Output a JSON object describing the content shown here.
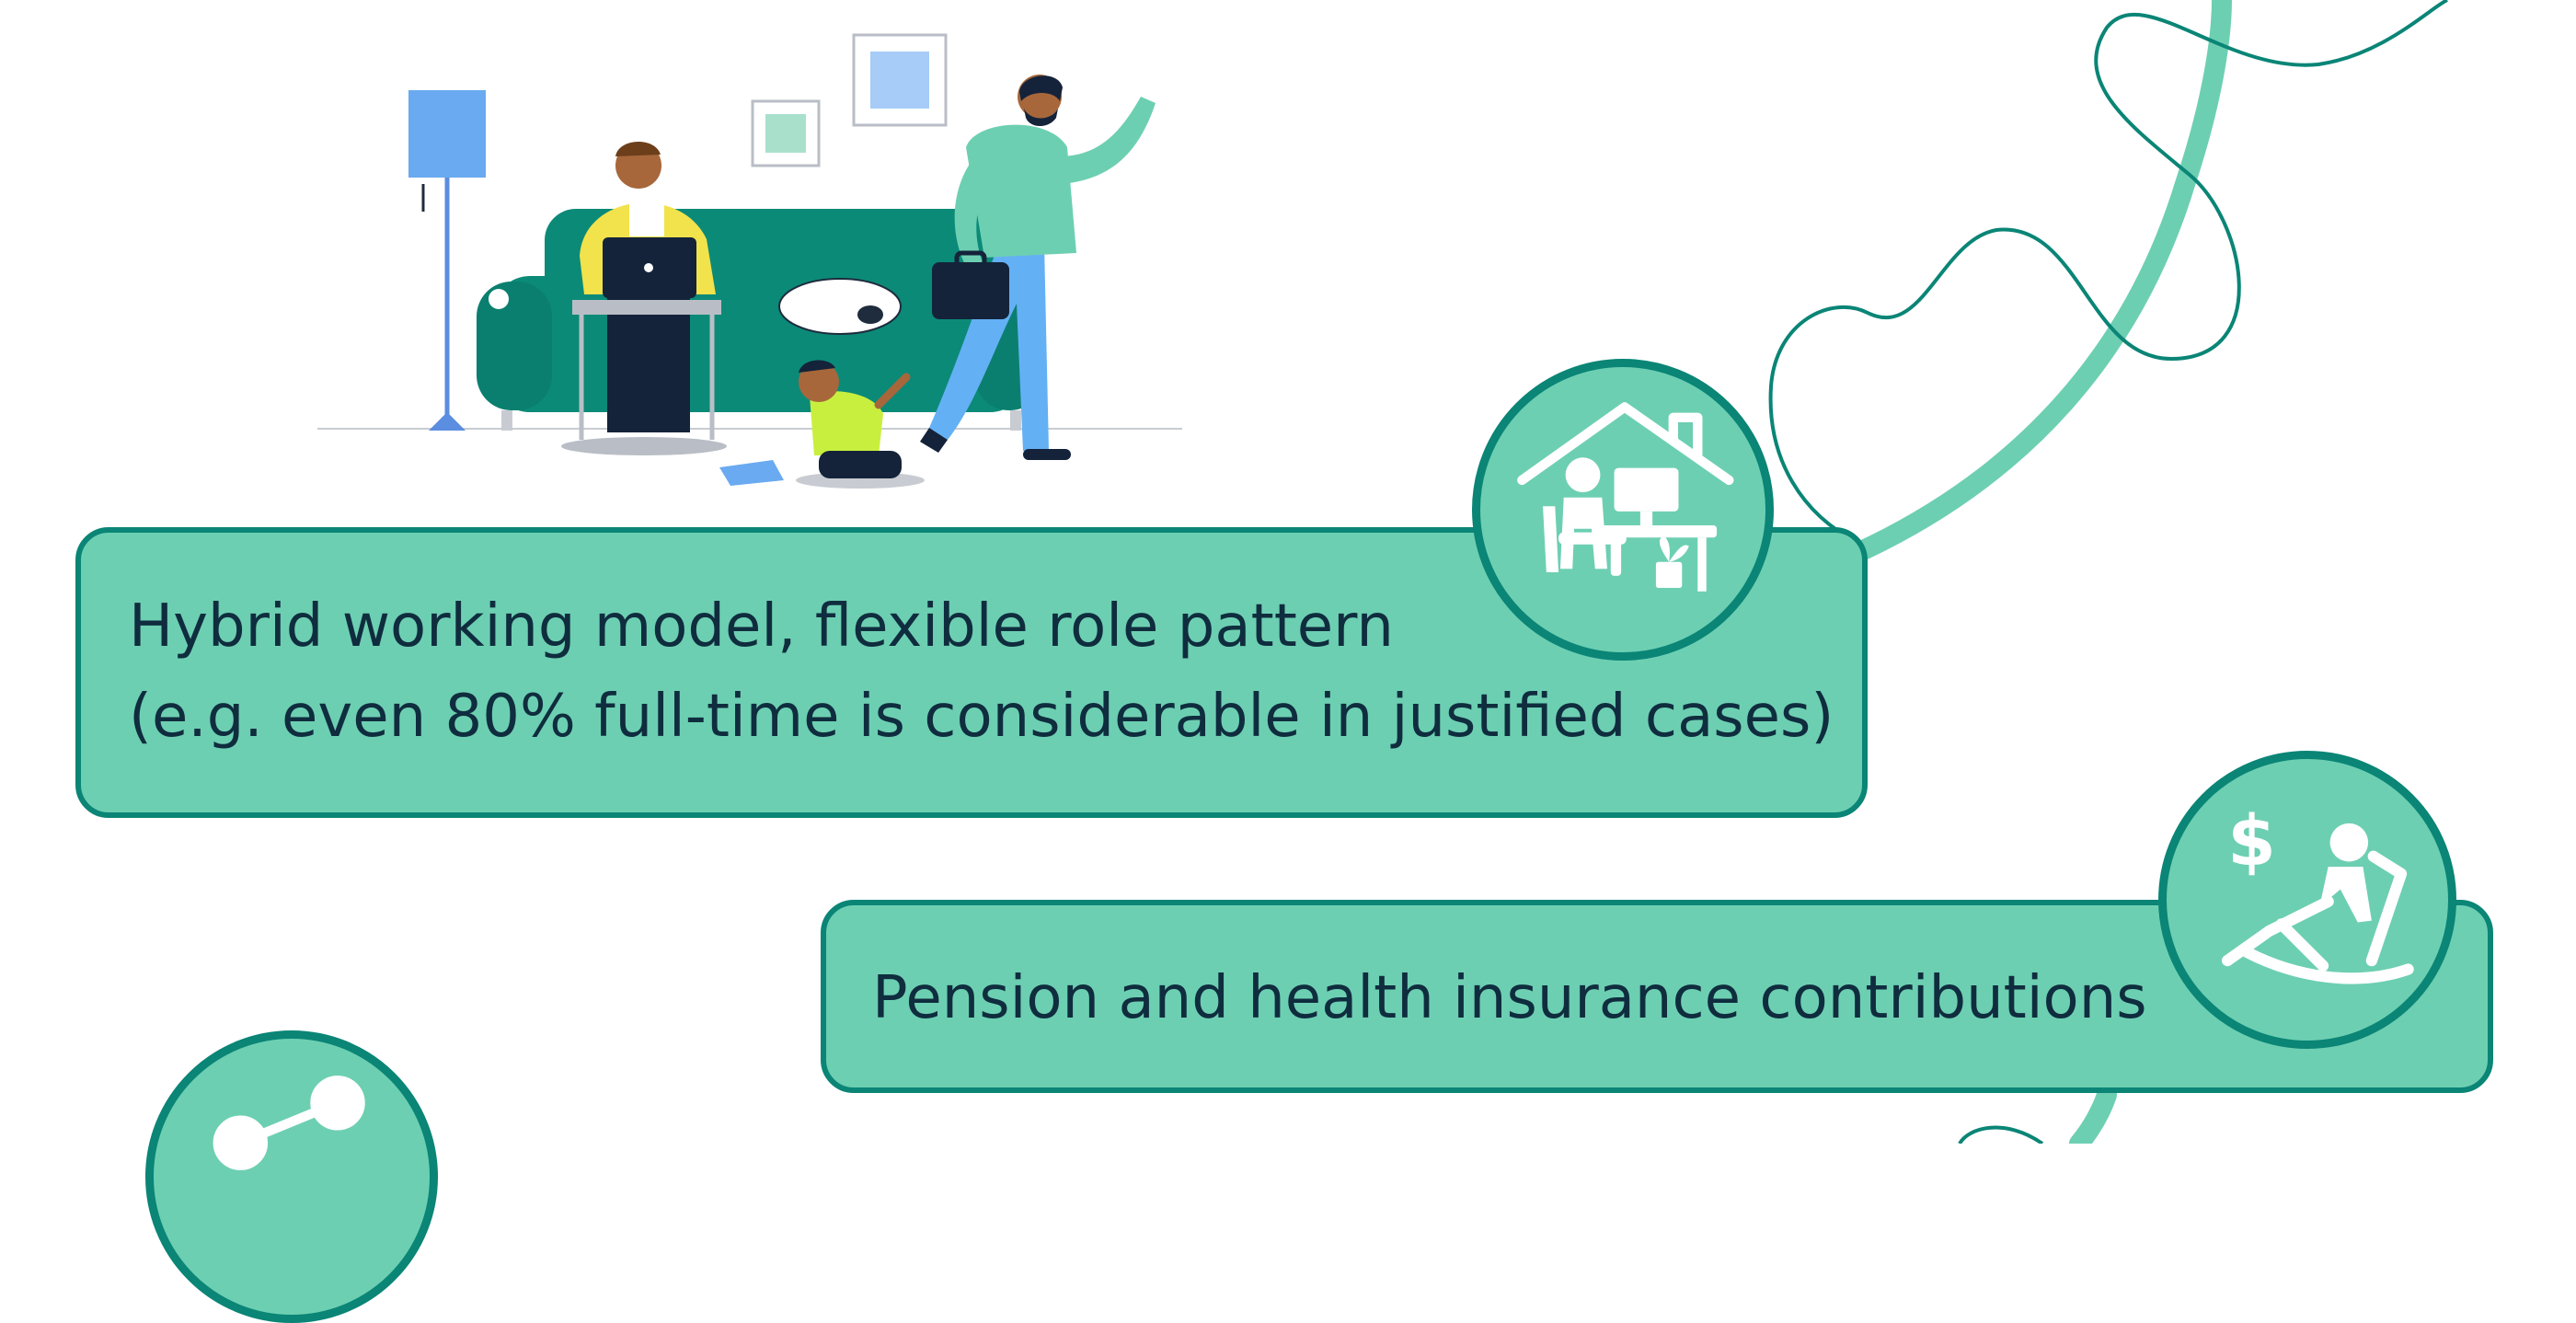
{
  "colors": {
    "card_fill": "#6dcfb2",
    "card_border": "#0a8576",
    "text": "#0f2d3e",
    "swirl_thick": "#6dcfb2",
    "swirl_thin": "#0a8576"
  },
  "benefits": [
    {
      "lines": [
        "Hybrid working model, flexible role pattern",
        "(e.g. even 80% full-time is considerable in justified cases)"
      ],
      "icon": "home-office-icon"
    },
    {
      "lines": [
        "Pension and health insurance contributions"
      ],
      "icon": "pension-rocking-chair-icon"
    },
    {
      "lines": [],
      "icon": "share-network-icon"
    }
  ],
  "illustration": "family-home-office-illustration"
}
